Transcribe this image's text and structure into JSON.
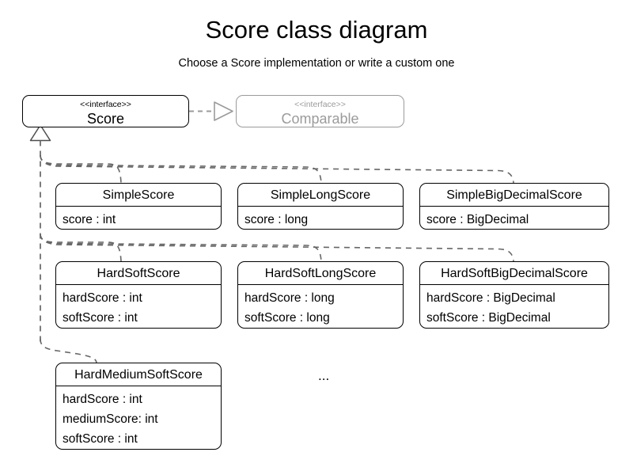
{
  "header": {
    "title": "Score class diagram",
    "subtitle": "Choose a Score implementation or write a custom one"
  },
  "colors": {
    "stroke": "#000000",
    "muted_stroke": "#9b9b9b",
    "muted_text": "#9b9b9b",
    "edge": "#555555",
    "background": "#ffffff"
  },
  "interfaces": {
    "score": {
      "stereotype": "<<interface>>",
      "name": "Score"
    },
    "comparable": {
      "stereotype": "<<interface>>",
      "name": "Comparable"
    }
  },
  "classes": [
    {
      "name": "SimpleScore",
      "attributes": [
        "score : int"
      ]
    },
    {
      "name": "SimpleLongScore",
      "attributes": [
        "score : long"
      ]
    },
    {
      "name": "SimpleBigDecimalScore",
      "attributes": [
        "score : BigDecimal"
      ]
    },
    {
      "name": "HardSoftScore",
      "attributes": [
        "hardScore : int",
        "softScore : int"
      ]
    },
    {
      "name": "HardSoftLongScore",
      "attributes": [
        "hardScore : long",
        "softScore : long"
      ]
    },
    {
      "name": "HardSoftBigDecimalScore",
      "attributes": [
        "hardScore : BigDecimal",
        "softScore : BigDecimal"
      ]
    },
    {
      "name": "HardMediumSoftScore",
      "attributes": [
        "hardScore : int",
        "mediumScore: int",
        "softScore : int"
      ]
    }
  ],
  "more_indicator": "...",
  "relationships": {
    "realization": {
      "from": "Score",
      "to": "Comparable",
      "style": "dashed",
      "arrow": "hollow-triangle"
    },
    "generalization": {
      "parent": "Score",
      "style": "dashed",
      "arrow": "hollow-triangle",
      "children": [
        "SimpleScore",
        "SimpleLongScore",
        "SimpleBigDecimalScore",
        "HardSoftScore",
        "HardSoftLongScore",
        "HardSoftBigDecimalScore",
        "HardMediumSoftScore"
      ]
    }
  }
}
